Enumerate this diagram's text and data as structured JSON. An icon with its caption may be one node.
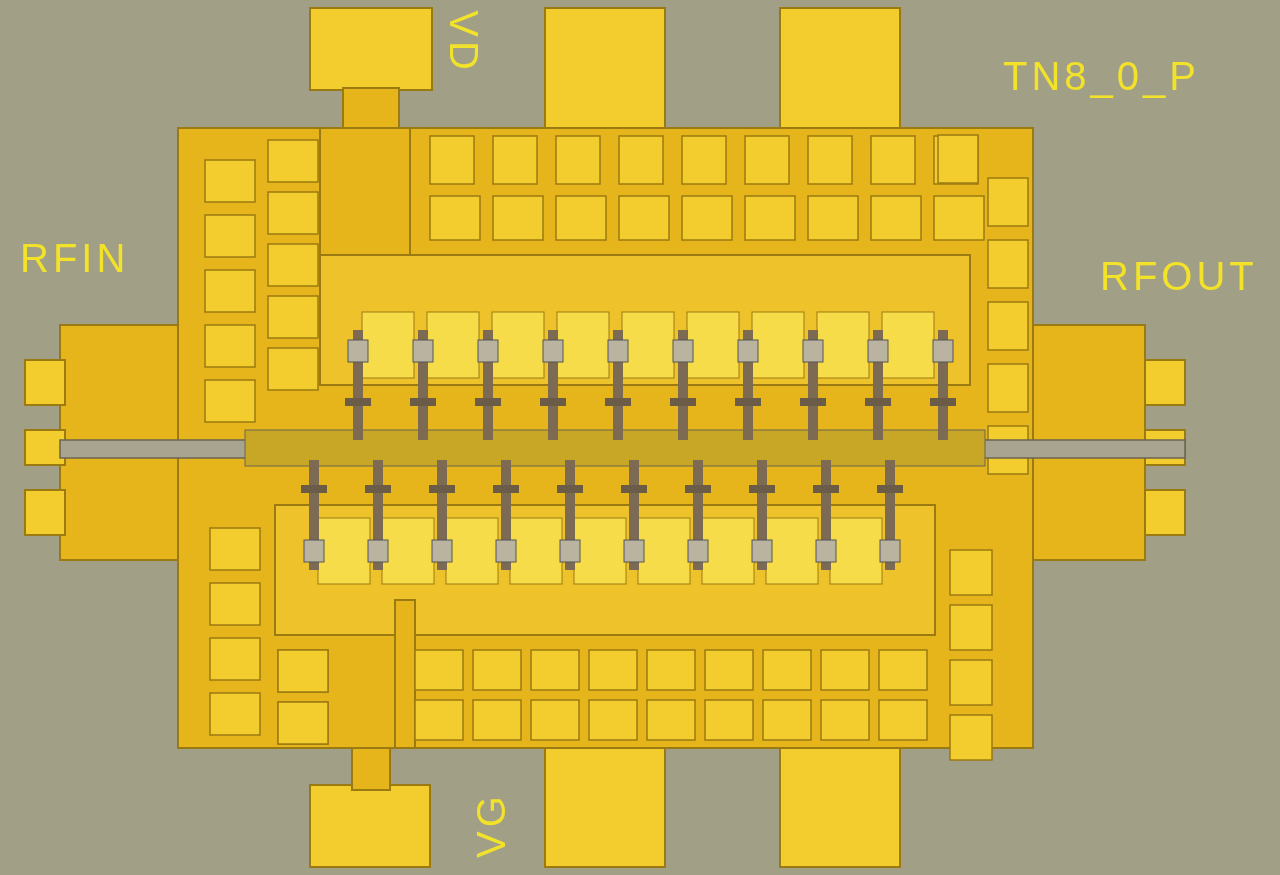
{
  "diagram": {
    "labels": [
      "VD",
      "TN8_0_P",
      "RFIN",
      "RFOUT",
      "VG"
    ]
  }
}
